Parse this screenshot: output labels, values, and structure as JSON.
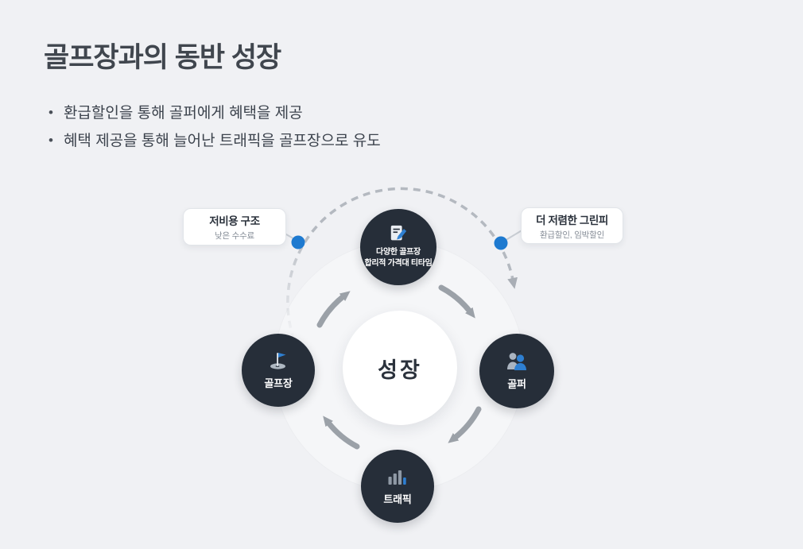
{
  "header": {
    "title": "골프장과의 동반 성장",
    "bullet_marker": "•",
    "bullets": [
      "환급할인을 통해 골퍼에게 혜택을 제공",
      "혜택 제공을 통해 늘어난 트래픽을 골프장으로 유도"
    ]
  },
  "diagram": {
    "center_label": "성장",
    "nodes": {
      "top": {
        "line1": "다양한 골프장",
        "line2": "합리적 가격대 티타임",
        "icon": "document-edit-icon"
      },
      "right": {
        "label": "골퍼",
        "icon": "golfers-icon"
      },
      "bottom": {
        "label": "트래픽",
        "icon": "bar-chart-icon"
      },
      "left": {
        "label": "골프장",
        "icon": "golf-flag-icon"
      }
    },
    "callouts": {
      "left": {
        "title": "저비용 구조",
        "subtitle": "낮은 수수료"
      },
      "right": {
        "title": "더 저렴한 그린피",
        "subtitle": "환급할인, 임박할인"
      }
    },
    "colors": {
      "background": "#f0f1f4",
      "cycle_circle_fill": "#f5f6f8",
      "node_dark": "#262e39",
      "accent_blue": "#1e7ad0",
      "icon_blue": "#2e7fd1",
      "arrow_gray": "#9ba1a8",
      "dashed_gray": "#b4b9c0"
    }
  }
}
